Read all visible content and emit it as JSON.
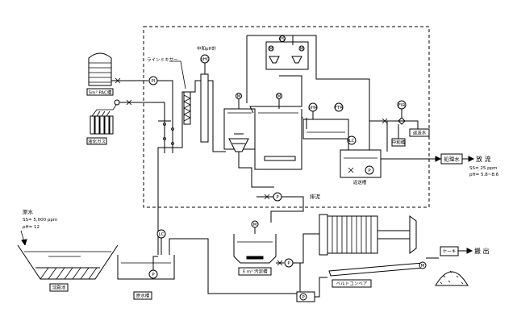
{
  "labels": {
    "pac_tank": "5m³ PAC槽",
    "cylinders": "液化ガス",
    "line_mixer": "ラインミキサー",
    "ph_meter": "中和pH計",
    "raw_water": "原水",
    "raw_ss": "SS= 5,000 ppm",
    "raw_ph": "pH= 12",
    "settling_pond": "沈殿池",
    "pit": "原水槽",
    "treated_water": "処理水",
    "discharge": "放 流",
    "discharge_ss": "SS= 25 ppm",
    "discharge_ph": "pH= 5.8~8.6",
    "neutral_tank": "中和槽",
    "return_tank": "返送槽",
    "return_water": "返送水",
    "drain": "排泥",
    "sludge_tank": "5 m³ 汚泥槽",
    "belt_conveyor": "ベルトコンベア",
    "cake": "ケーキ",
    "export": "搬 出"
  },
  "instruments": {
    "pi_1": "PI",
    "ph_1": "pHC",
    "m_1": "M",
    "m_2": "M",
    "m_3": "M",
    "m_4": "M",
    "ps_1": "PS",
    "ph_2": "pHR",
    "ftr": "FTR",
    "lc_1": "LC",
    "pump_1": "P",
    "fir": "FIR",
    "lc_2": "LC",
    "p_pit": "P",
    "m_sludge": "M",
    "p_sludge": "P",
    "p_return": "P",
    "m_conv": "M",
    "p_bottom": "P"
  },
  "colors": {
    "line": "#000000",
    "background": "#ffffff"
  }
}
